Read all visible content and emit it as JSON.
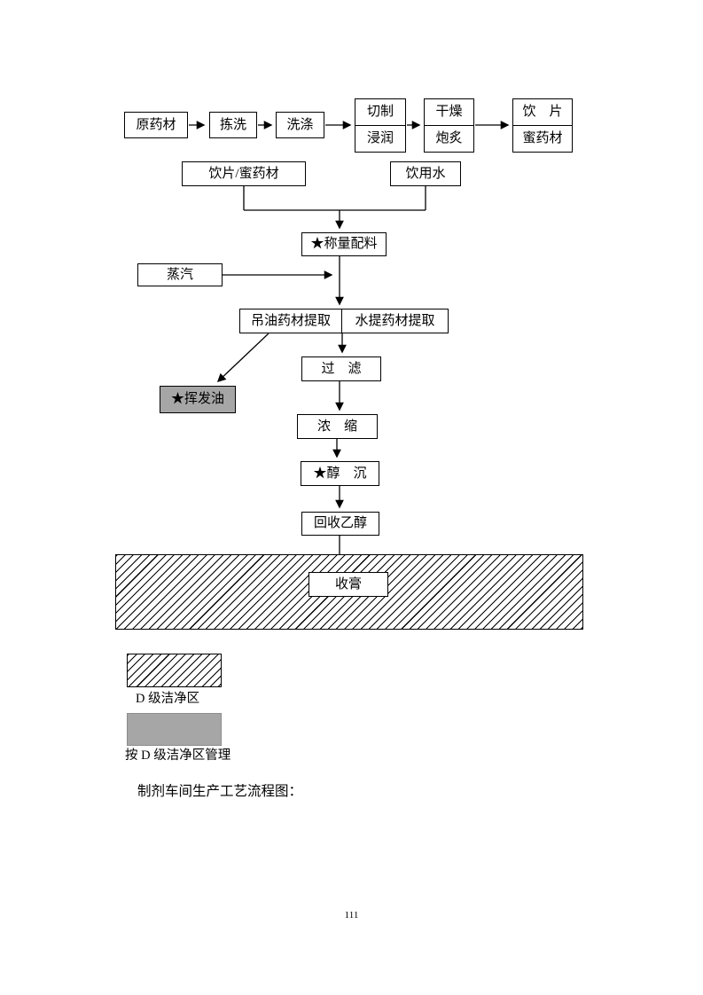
{
  "flow": {
    "raw_material": "原药材",
    "sorting": "拣洗",
    "washing": "洗涤",
    "cutting": "切制",
    "soaking": "浸润",
    "drying": "干燥",
    "processing": "炮炙",
    "pieces": "饮　片",
    "honey_material": "蜜药材",
    "pieces_honey": "饮片/蜜药材",
    "drinking_water": "饮用水",
    "weighing": "★称量配料",
    "steam": "蒸汽",
    "oil_extraction": "吊油药材提取",
    "water_extraction": "水提药材提取",
    "volatile_oil": "★挥发油",
    "filtration": "过　滤",
    "concentration": "浓　缩",
    "alcohol_precipitation": "★醇　沉",
    "ethanol_recovery": "回收乙醇",
    "collect_paste": "收膏"
  },
  "legend": {
    "hatch_label": "D 级洁净区",
    "gray_label": "按 D 级洁净区管理"
  },
  "caption": "制剂车间生产工艺流程图：",
  "page_number": "111",
  "colors": {
    "gray_fill": "#a6a6a6",
    "line": "#000000"
  }
}
